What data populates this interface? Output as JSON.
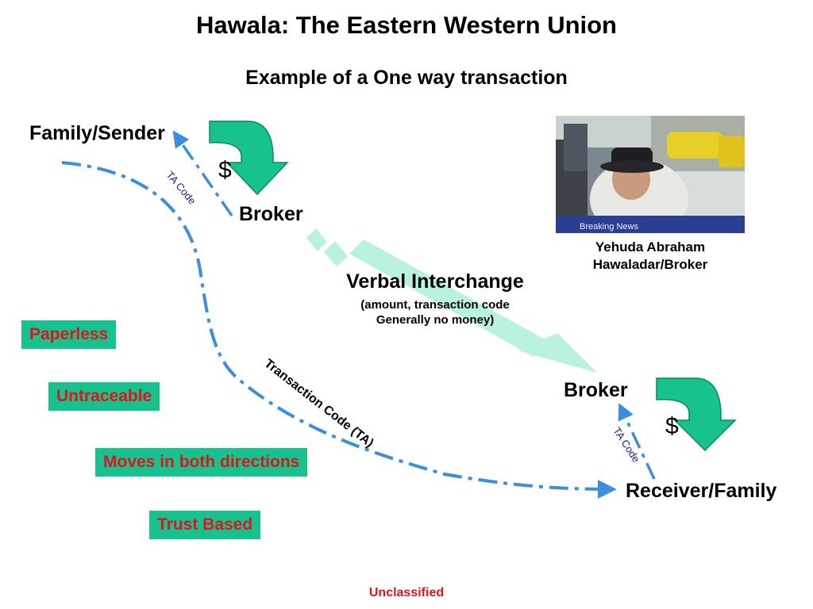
{
  "title": "Hawala: The Eastern Western Union",
  "subtitle": "Example of a One way transaction",
  "nodes": {
    "sender": "Family/Sender",
    "broker_sender": "Broker",
    "broker_receiver": "Broker",
    "receiver": "Receiver/Family"
  },
  "money_symbol": "$",
  "links": {
    "ta_code_short": "TA Code",
    "transaction_code_long": "Transaction Code (TA)"
  },
  "interchange": {
    "label": "Verbal Interchange",
    "detail_line1": "(amount, transaction code",
    "detail_line2": "Generally no money)"
  },
  "photo": {
    "caption_line1": "Yehuda Abraham",
    "caption_line2": "Hawaladar/Broker",
    "overlay_text": "Breaking News"
  },
  "features": [
    "Paperless",
    "Untraceable",
    "Moves in both directions",
    "Trust Based"
  ],
  "footer": "Unclassified",
  "colors": {
    "arrow_green": "#18c28e",
    "arrow_green_dark": "#0a8a5a",
    "interchange_mint": "#b9f2de",
    "dashed_blue": "#3a8ee0",
    "feature_text_red": "#e0141e"
  },
  "icons": [
    "curved-down-arrow-icon",
    "dashed-arrow-icon"
  ]
}
